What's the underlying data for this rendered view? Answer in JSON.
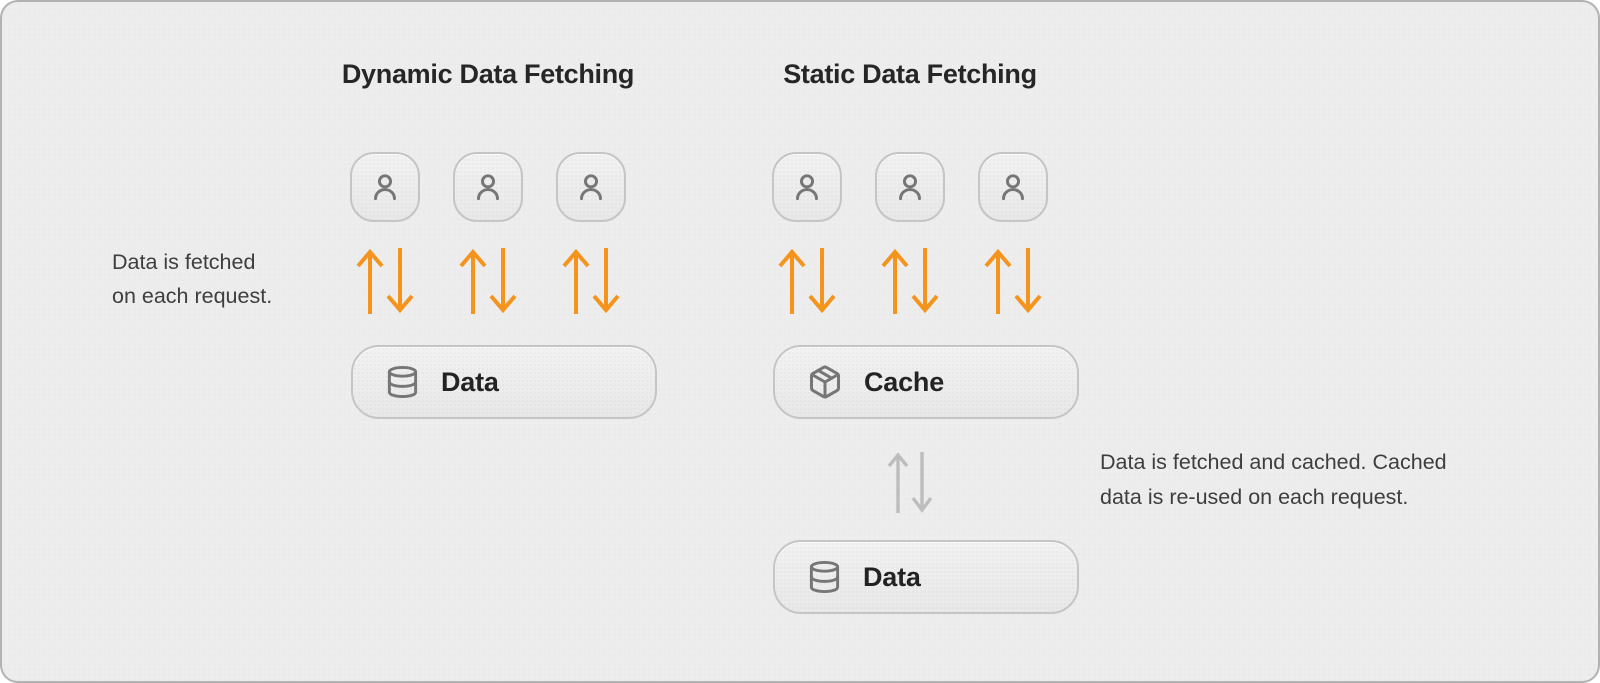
{
  "diagram": {
    "dynamic": {
      "title": "Dynamic Data Fetching",
      "client_count": 3,
      "annotation": {
        "line1": "Data is fetched",
        "line2": "on each request."
      },
      "data_node": {
        "icon": "database-icon",
        "label": "Data"
      }
    },
    "static": {
      "title": "Static Data Fetching",
      "client_count": 3,
      "annotation": {
        "line1": "Data is fetched and cached. Cached",
        "line2": "data is re-used on each request."
      },
      "cache_node": {
        "icon": "package-icon",
        "label": "Cache"
      },
      "data_node": {
        "icon": "database-icon",
        "label": "Data"
      }
    },
    "colors": {
      "card_background": "#EDEDED",
      "card_border": "#B2B2B2",
      "box_fill_top": "#F2F2F2",
      "box_fill_bottom": "#E8E8E8",
      "box_border": "#C5C5C5",
      "icon_stroke": "#767676",
      "arrow_orange": "#F5941D",
      "arrow_gray": "#BDBDBD",
      "title_text": "#262626",
      "annotation_text": "#3E3E3E",
      "label_text": "#232323"
    }
  }
}
